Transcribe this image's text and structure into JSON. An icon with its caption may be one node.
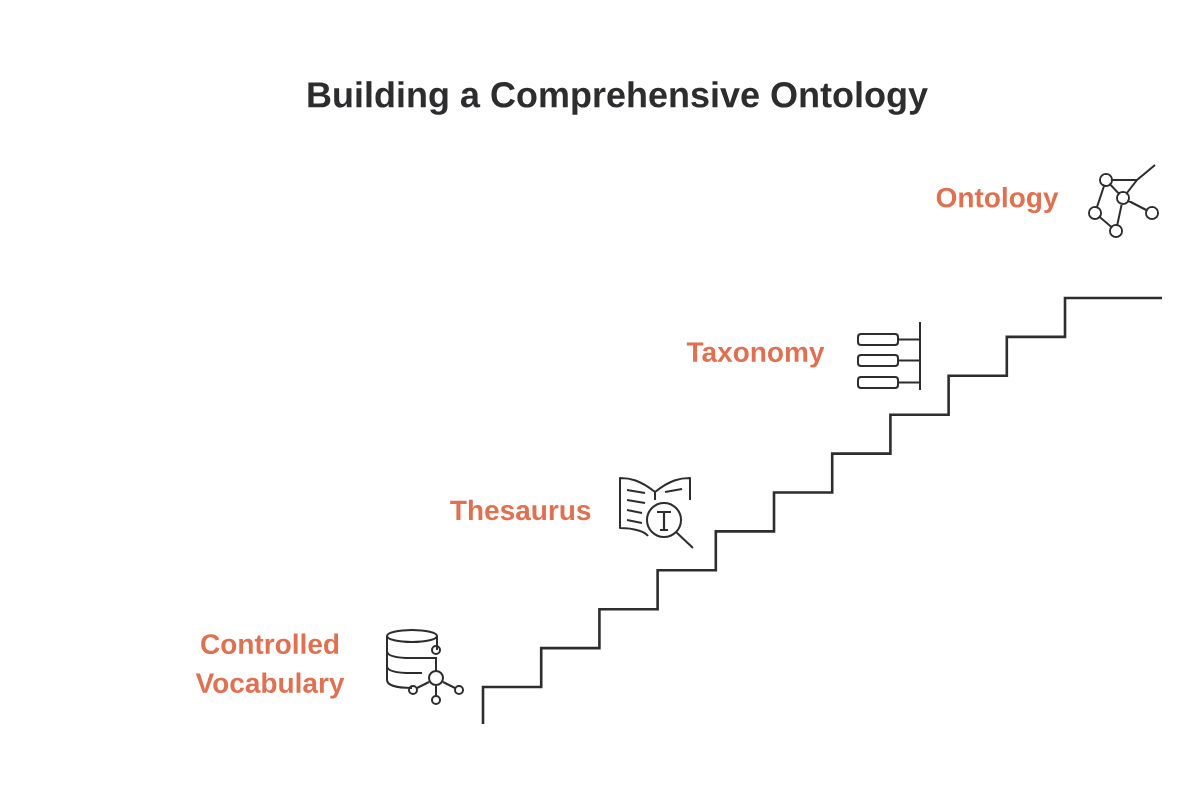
{
  "diagram": {
    "title": "Building a Comprehensive Ontology",
    "labels": [
      "Ontology",
      "Taxonomy",
      "Thesaurus",
      "Controlled Vocabulary"
    ]
  }
}
